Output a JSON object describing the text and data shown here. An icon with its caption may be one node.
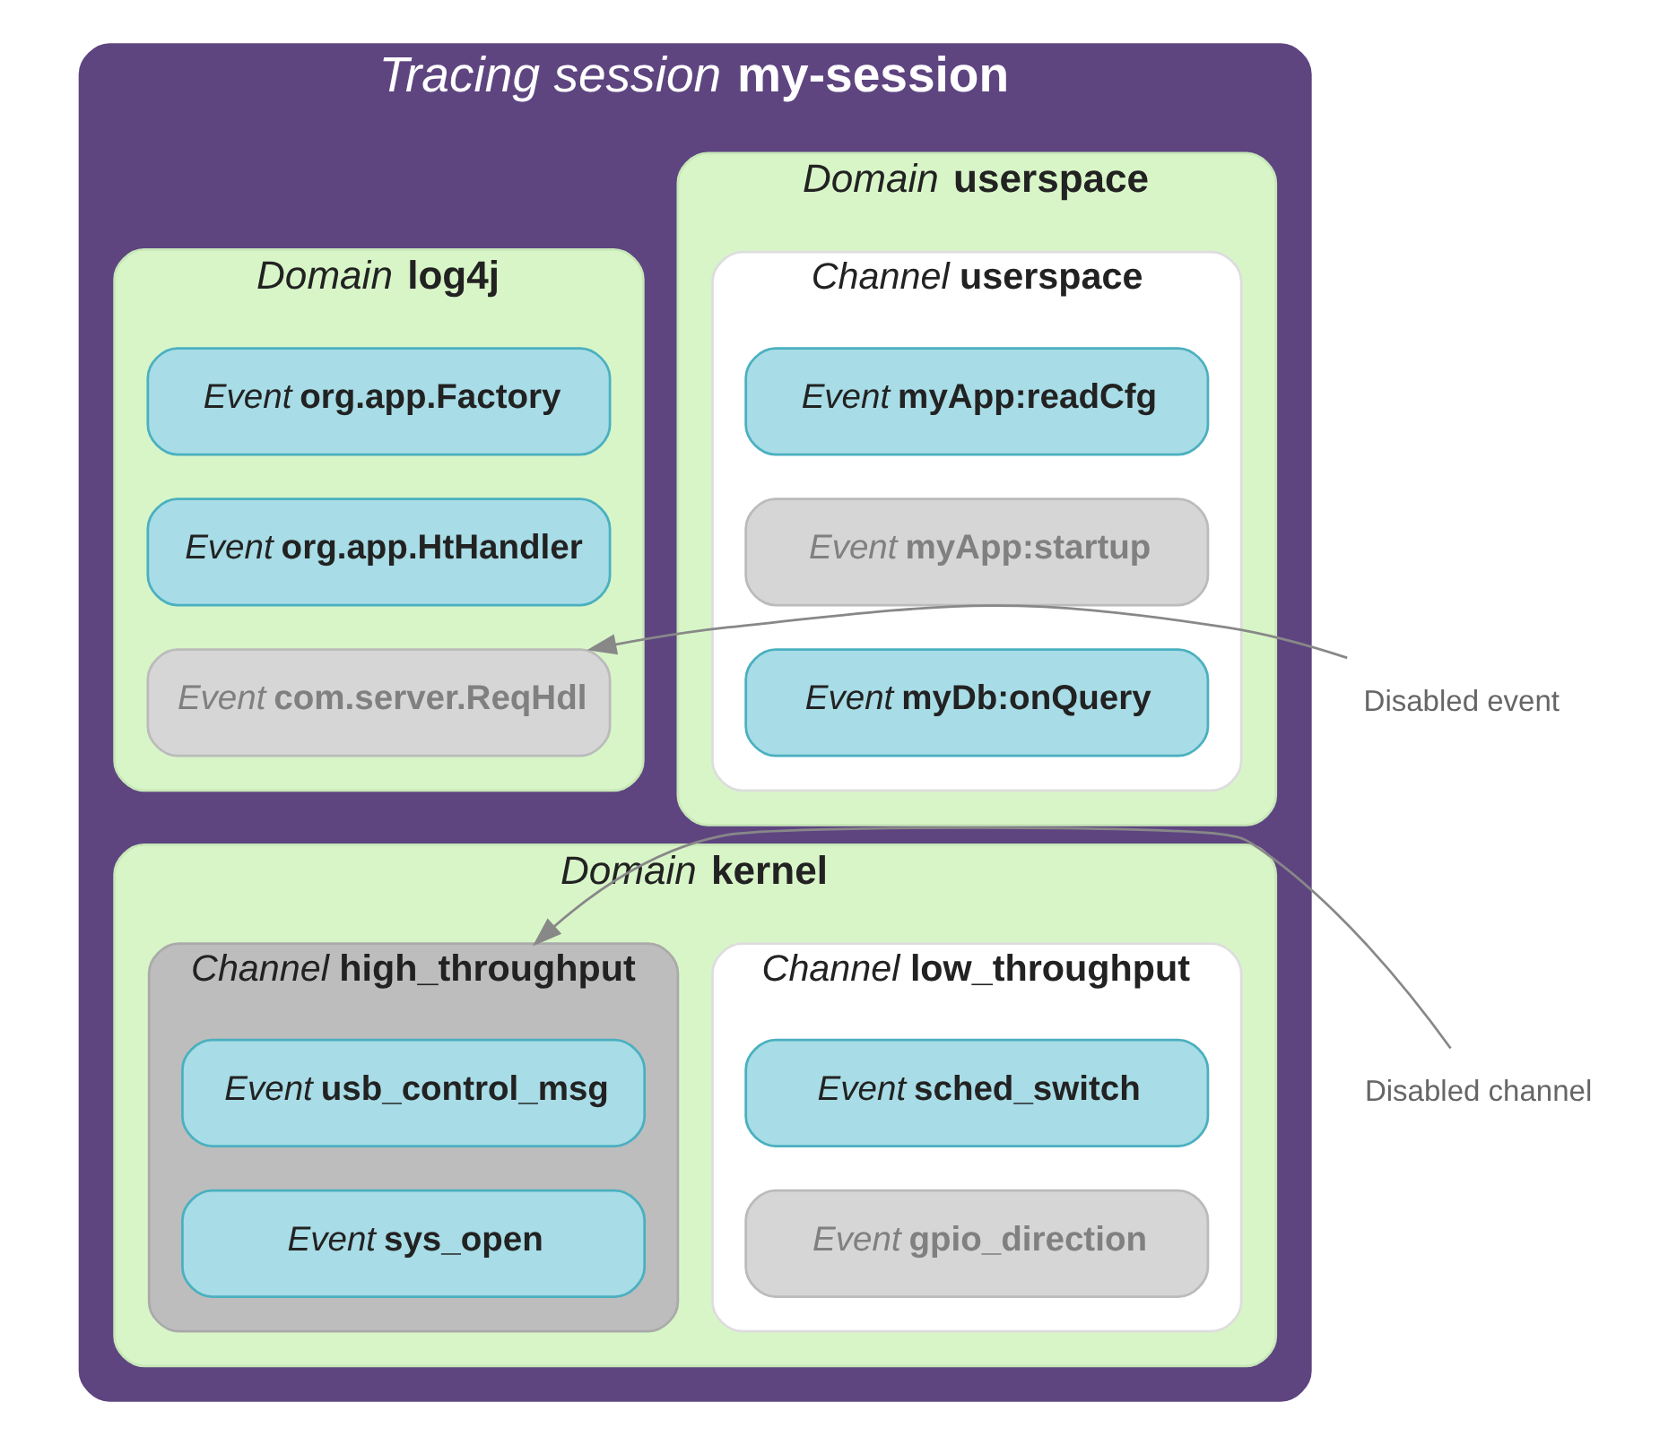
{
  "diagram": {
    "nodes": [
      {
        "text": [
          "*Tracing session* **my-session**"
        ]
      },
      {
        "text": [
          "*Domain* **userspace**"
        ],
        "in": 0
      },
      {
        "text": [
          "*Channel* **userspace**"
        ],
        "in": 1
      },
      {
        "text": [
          "*Event* **myApp:readCfg**"
        ],
        "in": 2
      },
      {
        "text": [
          "*Event* **myApp:startup**"
        ],
        "in": 2
      },
      {
        "text": [
          "*Event* **myDb:onQuery**"
        ],
        "in": 2
      },
      {
        "text": [
          "*Domain* **log4j**"
        ],
        "in": 0
      },
      {
        "text": [
          "*Event* **org.app.Factory**"
        ],
        "in": 6
      },
      {
        "text": [
          "*Event* **org.app.HtHandler**"
        ],
        "in": 6
      },
      {
        "text": [
          "*Event* **com.server.ReqHdl**"
        ],
        "in": 6
      },
      {
        "text": [
          "*Domain* **kernel**"
        ],
        "in": 0
      },
      {
        "text": [
          "*Channel* **low_throughput**"
        ],
        "in": 10
      },
      {
        "text": [
          "*Event* **sched_switch**"
        ],
        "in": 11
      },
      {
        "text": [
          "*Event* **gpio_direction**"
        ],
        "in": 11
      },
      {
        "text": [
          "*Channel* **high_throughput**"
        ],
        "in": 10
      },
      {
        "text": [
          "*Event* **usb_control_msg**"
        ],
        "in": 14
      },
      {
        "text": [
          "*Event* **sys_open**"
        ],
        "in": 14
      },
      {
        "text": [
          "Disabled event"
        ]
      },
      {
        "text": [
          "Disabled channel"
        ]
      }
    ],
    "edges": [
      {
        "from": 17,
        "to": 9,
        "arrow": "to"
      },
      {
        "from": 18,
        "to": 14,
        "arrow": "to"
      }
    ]
  }
}
